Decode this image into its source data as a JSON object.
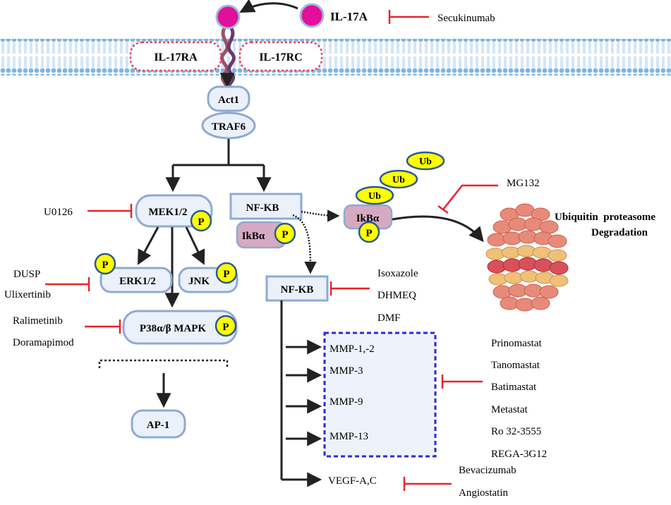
{
  "membrane": {
    "ligand": "IL-17A",
    "drug": "Secukinumab",
    "receptor_a": "IL-17RA",
    "receptor_c": "IL-17RC"
  },
  "adaptors": {
    "act1": "Act1",
    "traf6": "TRAF6"
  },
  "mapk_branch": {
    "mek": "MEK1/2",
    "mek_inhibitor": "U0126",
    "erk": "ERK1/2",
    "erk_inhibitors": [
      "DUSP",
      "Ulixertinib"
    ],
    "jnk": "JNK",
    "p38": "P38α/β MAPK",
    "p38_inhibitors": [
      "Ralimetinib",
      "Doramapimod"
    ],
    "ap1": "AP-1"
  },
  "phospho_label": "P",
  "ub_label": "Ub",
  "nfkb_branch": {
    "nfkb_cytoplasm": "NF-KB",
    "ikba": "IkBα",
    "ikba_free": "IkBα",
    "proteasome_inhibitor": "MG132",
    "proteasome_label_1": "Ubiquitin  proteasome",
    "proteasome_label_2": "Degradation",
    "nfkb_nucleus": "NF-KB",
    "nfkb_inhibitors": [
      "Isoxazole",
      "DHMEQ",
      "DMF"
    ]
  },
  "targets": {
    "mmps": [
      "MMP-1,-2",
      "MMP-3",
      "MMP-9",
      "MMP-13"
    ],
    "mmp_inhibitors": [
      "Prinomastat",
      "Tanomastat",
      "Batimastat",
      "Metastat",
      "Ro 32-3555",
      "REGA-3G12"
    ],
    "vegf": "VEGF-A,C",
    "vegf_inhibitors": [
      "Bevacizumab",
      "Angiostatin"
    ]
  },
  "colors": {
    "node_fill": "#eaf1fb",
    "node_stroke": "#8eaad4",
    "phospho_fill": "#ffff00",
    "inhibitor_red": "#e8232a",
    "ligand_magenta": "#e0109a",
    "ikba_fill": "#d6a9c2",
    "mmp_box_border": "#2b2bd6"
  }
}
